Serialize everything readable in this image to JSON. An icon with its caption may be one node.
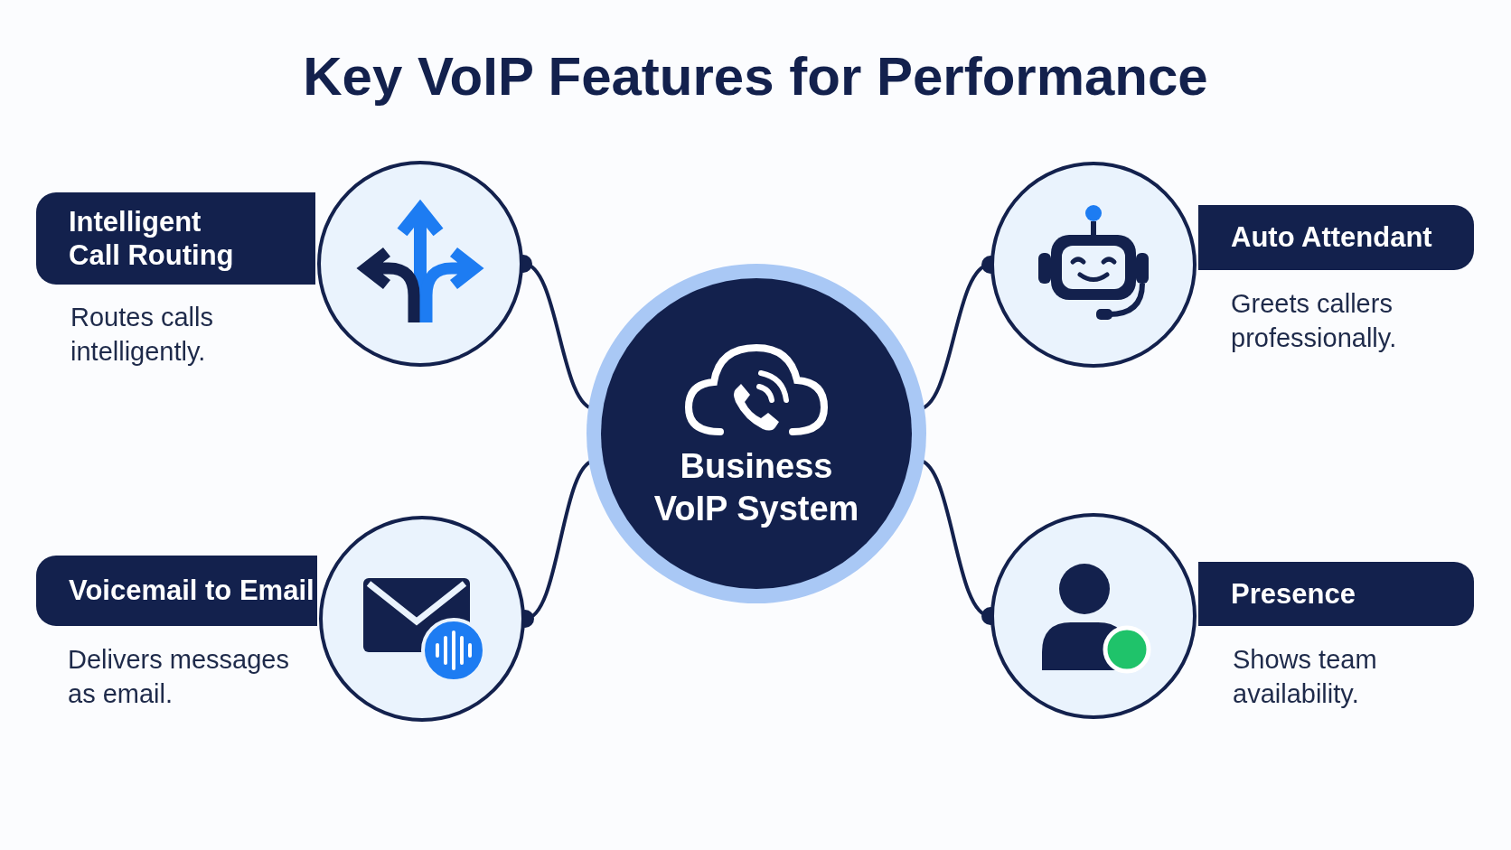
{
  "diagram": {
    "title": "Key VoIP Features for Performance",
    "nodes": [
      {
        "text": [
          "Business VoIP System"
        ]
      },
      {
        "text": [],
        "shape": "circle"
      },
      {
        "text": [
          "Intelligent Call Routing"
        ],
        "beside": [
          "Routes calls intelligently."
        ]
      },
      {
        "text": [],
        "shape": "circle"
      },
      {
        "text": [
          "Auto Attendant"
        ],
        "beside": [
          "Greets callers professionally."
        ]
      },
      {
        "text": [],
        "shape": "circle"
      },
      {
        "text": [
          "Voicemail to Email"
        ],
        "beside": [
          "Delivers messages as email."
        ]
      },
      {
        "text": [],
        "shape": "circle"
      },
      {
        "text": [
          "Presence"
        ],
        "beside": [
          "Shows team availability."
        ]
      }
    ],
    "edges": [
      {
        "from": 0,
        "to": 1,
        "arrow": "other"
      },
      {
        "from": 0,
        "to": 3,
        "arrow": "other"
      },
      {
        "from": 0,
        "to": 5,
        "arrow": "other"
      },
      {
        "from": 0,
        "to": 7,
        "arrow": "other"
      }
    ]
  }
}
